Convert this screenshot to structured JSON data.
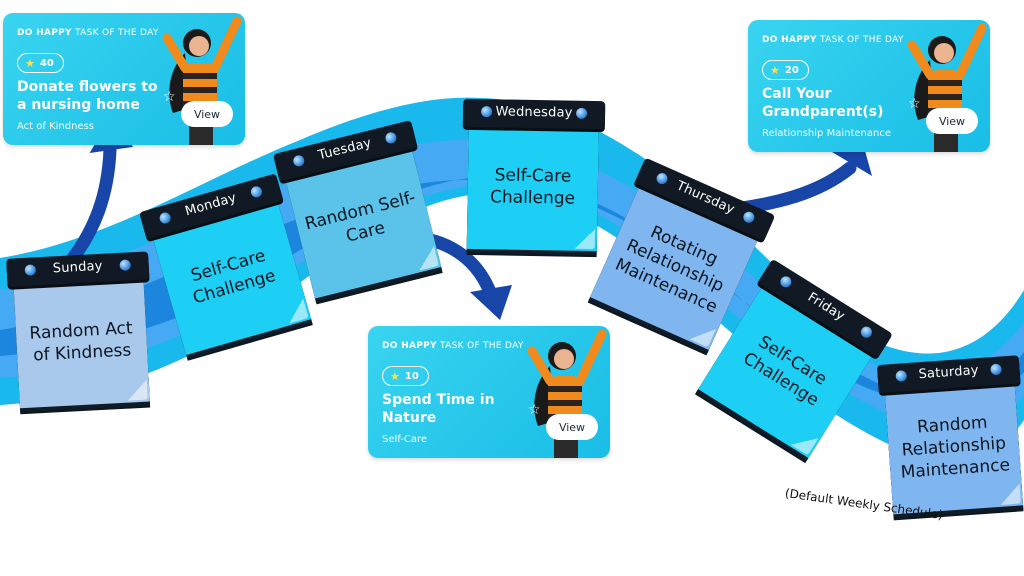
{
  "days": [
    {
      "name": "Sunday",
      "task": "Random Act of Kindness",
      "color": "#a8c8ec"
    },
    {
      "name": "Monday",
      "task": "Self-Care Challenge",
      "color": "#1ecff5"
    },
    {
      "name": "Tuesday",
      "task": "Random Self-Care",
      "color": "#5bc3ea"
    },
    {
      "name": "Wednesday",
      "task": "Self-Care Challenge",
      "color": "#1ecff5"
    },
    {
      "name": "Thursday",
      "task": "Rotating Relationship Maintenance",
      "color": "#7fb6f0"
    },
    {
      "name": "Friday",
      "task": "Self-Care Challenge",
      "color": "#1ecff5"
    },
    {
      "name": "Saturday",
      "task": "Random Relationship Maintenance",
      "color": "#7fb6f0"
    }
  ],
  "cards": [
    {
      "header_bold": "DO HAPPY",
      "header_rest": " TASK OF THE DAY",
      "points": "40",
      "title": "Donate flowers to a nursing home",
      "category": "Act of Kindness",
      "button": "View"
    },
    {
      "header_bold": "DO HAPPY",
      "header_rest": " TASK OF THE DAY",
      "points": "10",
      "title": "Spend Time in Nature",
      "category": "Self-Care",
      "button": "View"
    },
    {
      "header_bold": "DO HAPPY",
      "header_rest": " TASK OF THE DAY",
      "points": "20",
      "title": "Call Your Grandparent(s)",
      "category": "Relationship Maintenance",
      "button": "View"
    }
  ],
  "icons": {
    "points": "star-icon",
    "sparkle": "sparkle-icon",
    "arrow": "curved-arrow-icon"
  },
  "colors": {
    "ribbon_outer": "#14b6ec",
    "ribbon_mid": "#3fa8f3",
    "ribbon_inner": "#1d8be0",
    "arrow": "#1745a8",
    "card": "#21c3ea"
  },
  "footnote": "(Default Weekly Schedule)"
}
